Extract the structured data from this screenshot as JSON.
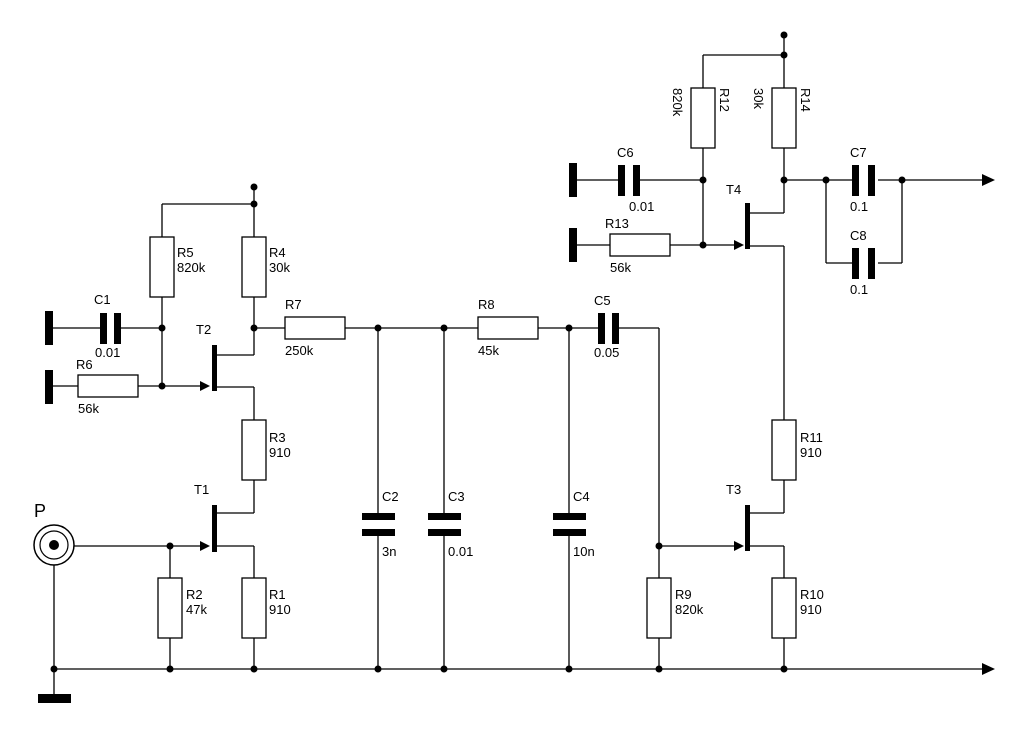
{
  "components": {
    "R1": {
      "name": "R1",
      "value": "910"
    },
    "R2": {
      "name": "R2",
      "value": "47k"
    },
    "R3": {
      "name": "R3",
      "value": "910"
    },
    "R4": {
      "name": "R4",
      "value": "30k"
    },
    "R5": {
      "name": "R5",
      "value": "820k"
    },
    "R6": {
      "name": "R6",
      "value": "56k"
    },
    "R7": {
      "name": "R7",
      "value": "250k"
    },
    "R8": {
      "name": "R8",
      "value": "45k"
    },
    "R9": {
      "name": "R9",
      "value": "820k"
    },
    "R10": {
      "name": "R10",
      "value": "910"
    },
    "R11": {
      "name": "R11",
      "value": "910"
    },
    "R12": {
      "name": "R12",
      "value": "820k"
    },
    "R13": {
      "name": "R13",
      "value": "56k"
    },
    "R14": {
      "name": "R14",
      "value": "30k"
    },
    "C1": {
      "name": "C1",
      "value": "0.01"
    },
    "C2": {
      "name": "C2",
      "value": "3n"
    },
    "C3": {
      "name": "C3",
      "value": "0.01"
    },
    "C4": {
      "name": "C4",
      "value": "10n"
    },
    "C5": {
      "name": "C5",
      "value": "0.05"
    },
    "C6": {
      "name": "C6",
      "value": "0.01"
    },
    "C7": {
      "name": "C7",
      "value": "0.1"
    },
    "C8": {
      "name": "C8",
      "value": "0.1"
    },
    "T1": {
      "name": "T1"
    },
    "T2": {
      "name": "T2"
    },
    "T3": {
      "name": "T3"
    },
    "T4": {
      "name": "T4"
    },
    "P": {
      "name": "P"
    }
  }
}
